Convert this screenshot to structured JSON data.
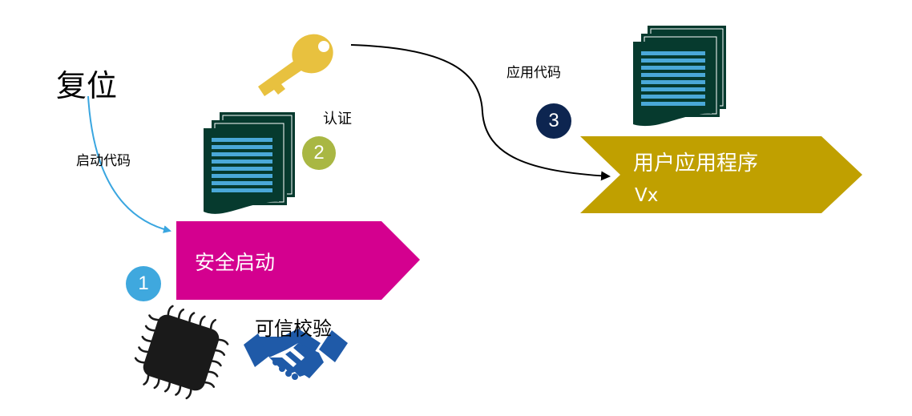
{
  "labels": {
    "reset": "复位",
    "boot_code": "启动代码",
    "auth": "认证",
    "app_code": "应用代码",
    "trust_check": "可信校验",
    "secure_boot": "安全启动",
    "user_app": "用户应用程序",
    "version": "Vx"
  },
  "steps": [
    {
      "number": "1",
      "color": "#3fa8de"
    },
    {
      "number": "2",
      "color": "#a9b743"
    },
    {
      "number": "3",
      "color": "#0d2550"
    }
  ],
  "colors": {
    "secure_boot_arrow": "#d4008f",
    "user_app_arrow": "#c0a000",
    "key": "#e8c13f",
    "document_dark": "#063a2e",
    "document_lines": "#4aa8d8",
    "chip": "#1a1a1a",
    "handshake": "#1f5aa8",
    "reset_arrow": "#3aa6e0",
    "auth_arrow": "#000000"
  },
  "icons": [
    "key-icon",
    "document-stack-icon",
    "chip-icon",
    "handshake-icon"
  ]
}
